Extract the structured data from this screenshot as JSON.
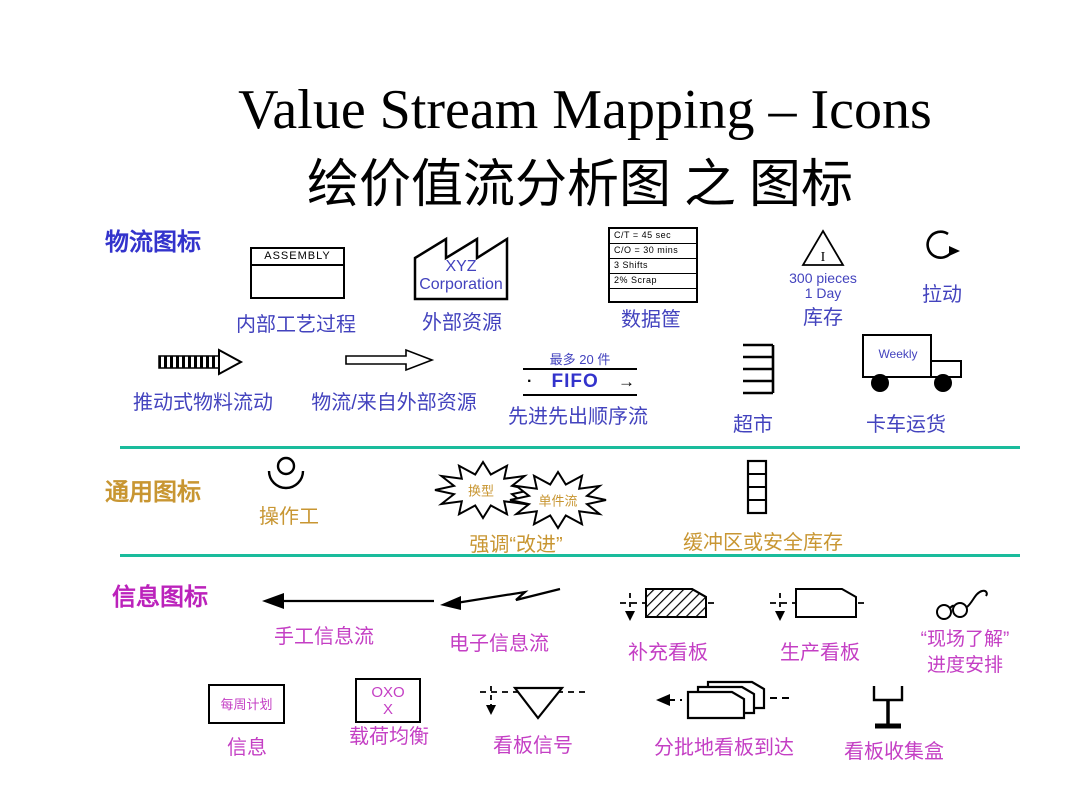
{
  "colors": {
    "blue": "#3333CC",
    "gold": "#C89632",
    "magenta": "#BB22BB",
    "divider_teal": "#1ABC9C"
  },
  "title": {
    "en": "Value Stream Mapping – Icons",
    "zh": "绘价值流分析图 之 图标"
  },
  "material": {
    "header": "物流图标",
    "process_box": {
      "title": "ASSEMBLY",
      "label": "内部工艺过程"
    },
    "outside_source": {
      "company": "XYZ Corporation",
      "label": "外部资源"
    },
    "data_box": {
      "rows": [
        "C/T = 45 sec",
        "C/O = 30 mins",
        "3 Shifts",
        "2% Scrap"
      ],
      "label": "数据筐"
    },
    "inventory": {
      "letter": "I",
      "line1": "300 pieces",
      "line2": "1 Day",
      "label": "库存"
    },
    "pull": {
      "label": "拉动"
    },
    "push": {
      "label": "推动式物料流动"
    },
    "external_flow": {
      "label": "物流/来自外部资源"
    },
    "fifo": {
      "cap": "最多 20 件",
      "dot": "·",
      "word": "FIFO",
      "arrow": "→",
      "label": "先进先出顺序流"
    },
    "supermarket": {
      "label": "超市"
    },
    "truck": {
      "word": "Weekly",
      "label": "卡车运货"
    }
  },
  "general": {
    "header": "通用图标",
    "operator": {
      "label": "操作工"
    },
    "kaizen": {
      "burst1": "换型",
      "burst2": "单件流",
      "label": "强调“改进”"
    },
    "buffer": {
      "label": "缓冲区或安全库存"
    }
  },
  "info": {
    "header": "信息图标",
    "manual": {
      "label": "手工信息流"
    },
    "electronic": {
      "label": "电子信息流"
    },
    "withdrawal_kanban": {
      "label": "补充看板"
    },
    "production_kanban": {
      "label": "生产看板"
    },
    "go_see": {
      "line1": "“现场了解”",
      "line2": "进度安排"
    },
    "info_box": {
      "text": "每周计划",
      "label": "信息"
    },
    "load_leveling": {
      "text": "OXOX",
      "label": "载荷均衡"
    },
    "signal_kanban": {
      "label": "看板信号"
    },
    "batch_kanban": {
      "label": "分批地看板到达"
    },
    "kanban_post": {
      "label": "看板收集盒"
    }
  },
  "icons": {
    "factory-icon": "sawtooth-roof building outline",
    "inventory-triangle-icon": "triangle with I",
    "pull-circle-icon": "↻",
    "push-striped-arrow-icon": "striped arrow",
    "shipment-arrow-icon": "outline arrow",
    "supermarket-icon": "open-left shelves",
    "truck-icon": "truck with two wheels",
    "operator-icon": "head over shoulders arc",
    "kaizen-burst-icon": "starburst",
    "buffer-ladder-icon": "vertical 4-cell ladder",
    "manual-info-arrow-icon": "straight left arrow",
    "electronic-info-arrow-icon": "zigzag left arrow",
    "kanban-card-hatched-icon": "hatched card on dashed line",
    "kanban-card-icon": "card on dashed line",
    "glasses-icon": "eyeglasses",
    "signal-kanban-icon": "inverted triangle on dashed line",
    "batch-kanban-icon": "three stacked cards",
    "kanban-post-icon": "cup over stand"
  }
}
